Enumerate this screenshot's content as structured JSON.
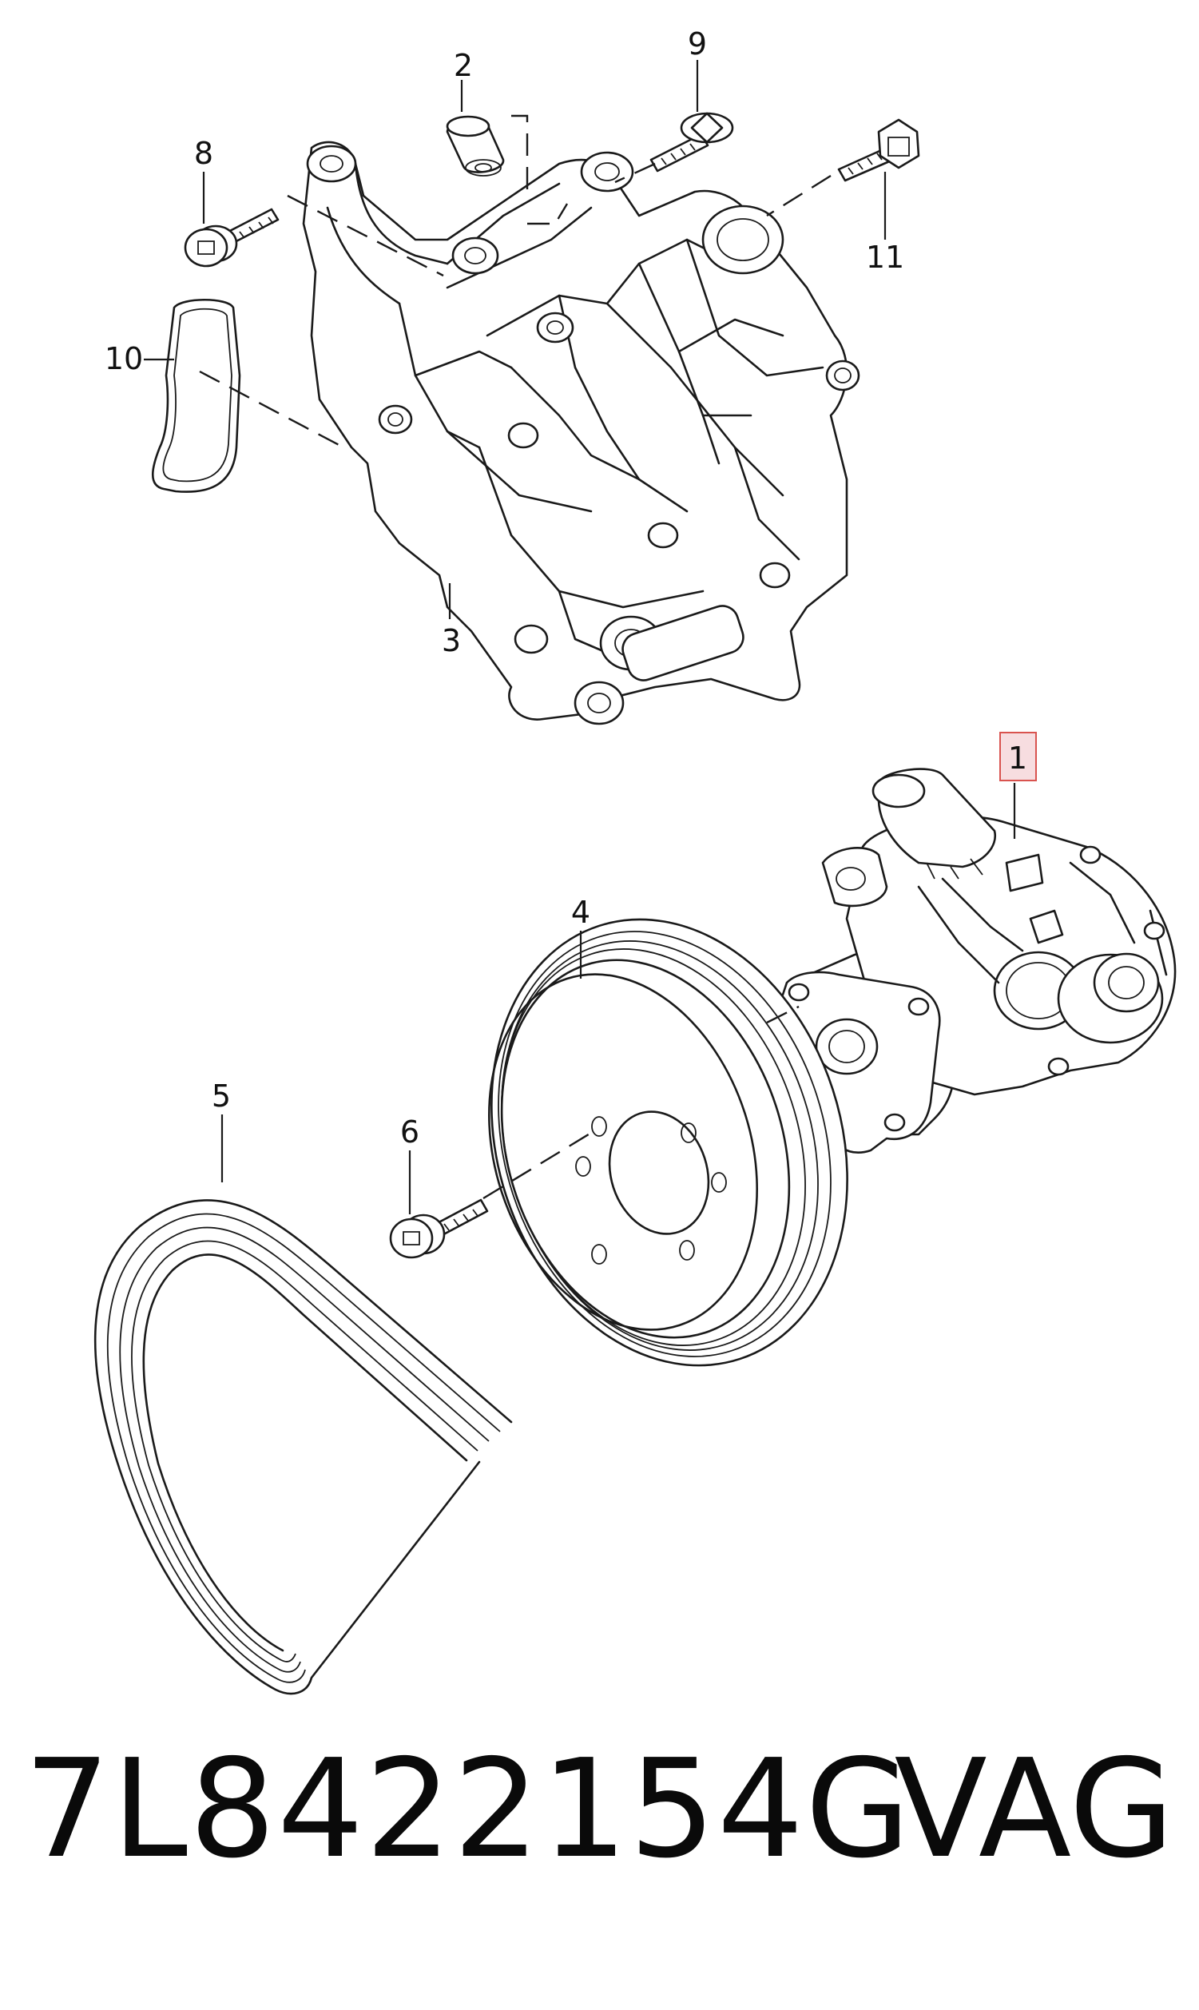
{
  "callouts": [
    {
      "id": "1",
      "label": "1",
      "highlighted": true
    },
    {
      "id": "2",
      "label": "2"
    },
    {
      "id": "3",
      "label": "3"
    },
    {
      "id": "4",
      "label": "4"
    },
    {
      "id": "5",
      "label": "5"
    },
    {
      "id": "6",
      "label": "6"
    },
    {
      "id": "8",
      "label": "8"
    },
    {
      "id": "9",
      "label": "9"
    },
    {
      "id": "10",
      "label": "10"
    },
    {
      "id": "11",
      "label": "11"
    }
  ],
  "footer": {
    "part_number": "7L8422154G",
    "brand": "VAG"
  },
  "colors": {
    "line": "#1a1a1a",
    "highlight_fill": "#f7dde0",
    "highlight_stroke": "#d9534f"
  }
}
